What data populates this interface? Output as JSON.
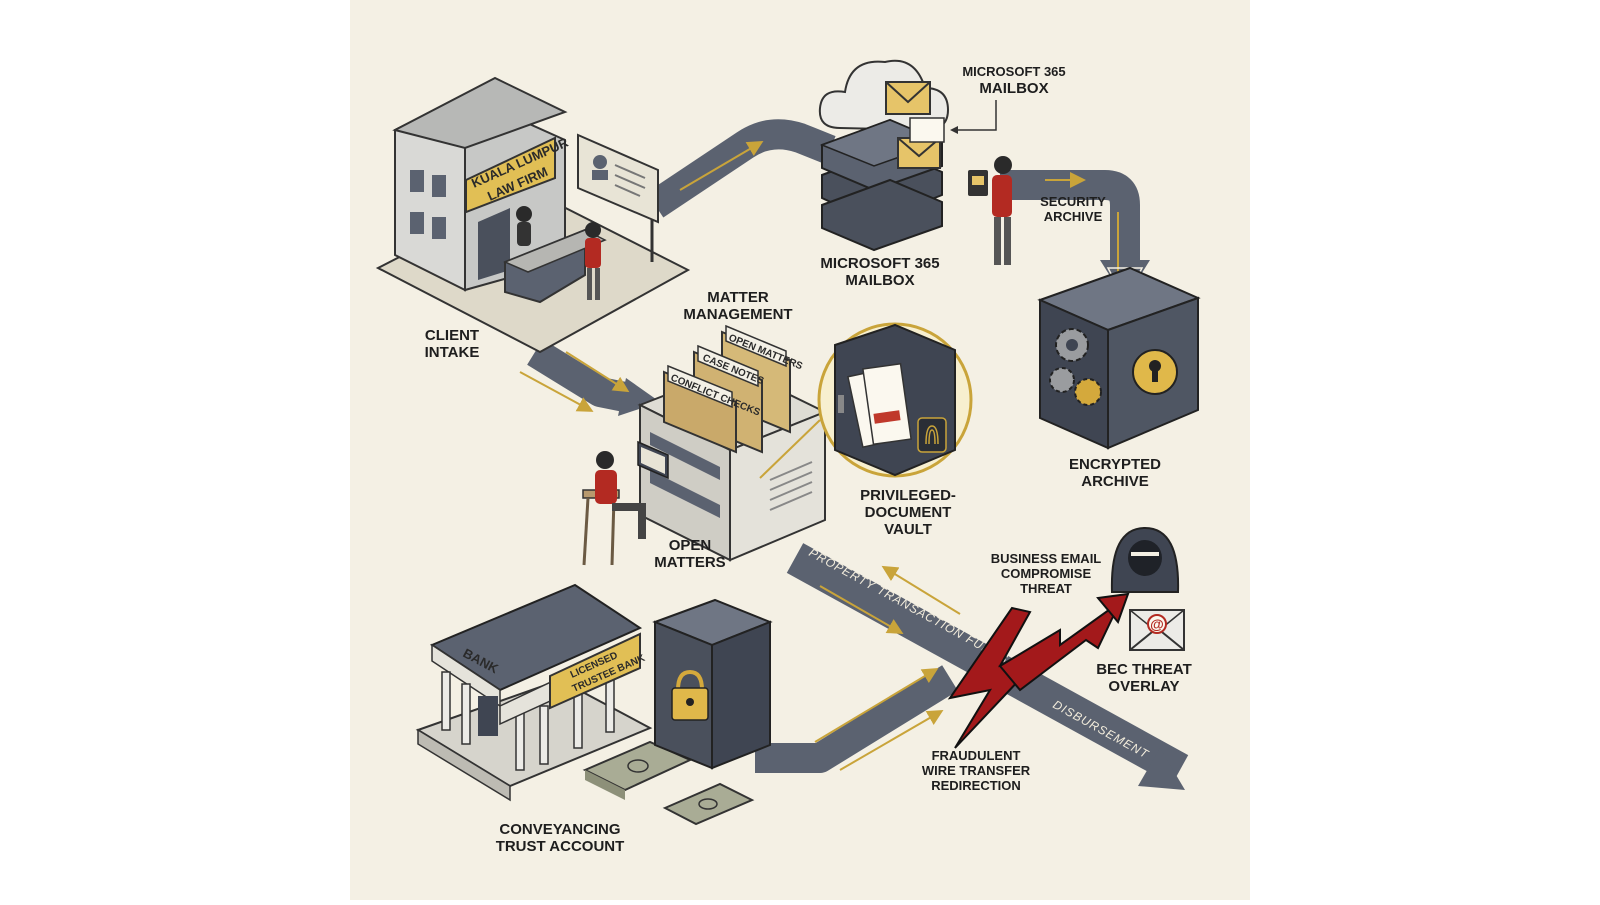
{
  "labels": {
    "ms_top_line1": "MICROSOFT 365",
    "ms_top_line2": "MAILBOX",
    "ms_mid_line1": "MICROSOFT 365",
    "ms_mid_line2": "MAILBOX",
    "security_line1": "SECURITY",
    "security_line2": "ARCHIVE",
    "client_line1": "CLIENT",
    "client_line2": "INTAKE",
    "matter_line1": "MATTER",
    "matter_line2": "MANAGEMENT",
    "vault_line1": "PRIVILEGED-",
    "vault_line2": "DOCUMENT",
    "vault_line3": "VAULT",
    "open_line1": "OPEN",
    "open_line2": "MATTERS",
    "encrypted_line1": "ENCRYPTED",
    "encrypted_line2": "ARCHIVE",
    "bec_threat_line1": "BUSINESS EMAIL",
    "bec_threat_line2": "COMPROMISE",
    "bec_threat_line3": "THREAT",
    "bec_overlay_line1": "BEC THREAT",
    "bec_overlay_line2": "OVERLAY",
    "fraud_line1": "FRAUDULENT",
    "fraud_line2": "WIRE TRANSFER",
    "fraud_line3": "REDIRECTION",
    "trust_line1": "CONVEYANCING",
    "trust_line2": "TRUST ACCOUNT"
  },
  "signs": {
    "firm_line1": "KUALA LUMPUR",
    "firm_line2": "LAW FIRM",
    "bank": "BANK",
    "bank_badge_line1": "LICENSED",
    "bank_badge_line2": "TRUSTEE BANK"
  },
  "folder_tabs": [
    "OPEN MATTERS",
    "CASE NOTES",
    "CONFLICT CHECKS"
  ],
  "flow_labels": {
    "property_funds": "PROPERTY TRANSACTION FUNDS",
    "disbursement": "DISBURSEMENT"
  },
  "colors": {
    "canvas": "#f4f0e4",
    "path": "#5b6270",
    "dark": "#3f4552",
    "gold": "#c9a43a",
    "red": "#b32a22",
    "threat_red": "#a3191b"
  },
  "icons": [
    "cloud-icon",
    "server-icon",
    "envelope-icon",
    "safe-icon",
    "padlock-icon",
    "gear-icon",
    "fingerprint-icon",
    "hacker-icon",
    "at-email-icon",
    "lightning-bolt-icon",
    "money-icon"
  ]
}
